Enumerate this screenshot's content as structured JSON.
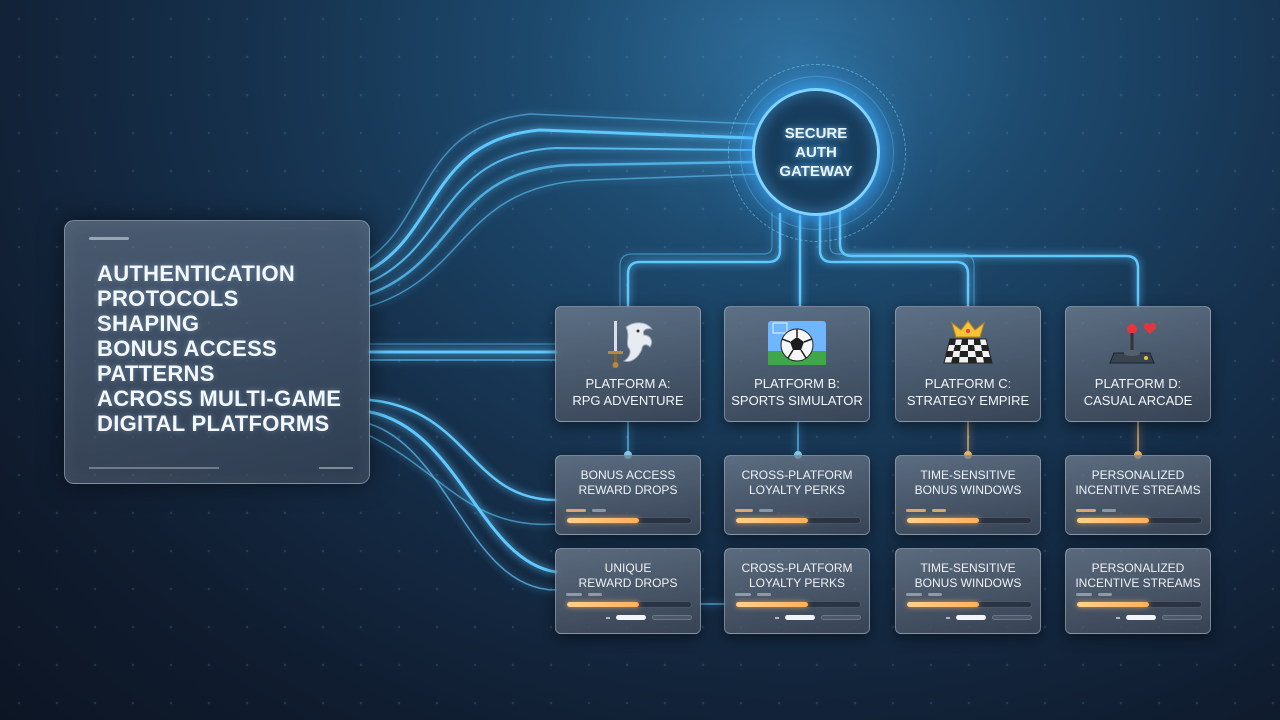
{
  "title_lines": [
    "AUTHENTICATION",
    "PROTOCOLS",
    "SHAPING",
    "BONUS ACCESS",
    "PATTERNS",
    "ACROSS MULTI-GAME",
    "DIGITAL PLATFORMS"
  ],
  "gateway": {
    "lines": [
      "SECURE",
      "AUTH",
      "GATEWAY"
    ],
    "icon": "auth-gateway-ring"
  },
  "platforms": [
    {
      "line1": "PLATFORM A:",
      "line2": "RPG ADVENTURE",
      "icon": "sword-dragon-icon"
    },
    {
      "line1": "PLATFORM B:",
      "line2": "SPORTS SIMULATOR",
      "icon": "soccer-ball-icon"
    },
    {
      "line1": "PLATFORM C:",
      "line2": "STRATEGY EMPIRE",
      "icon": "crown-chessboard-icon"
    },
    {
      "line1": "PLATFORM D:",
      "line2": "CASUAL ARCADE",
      "icon": "joystick-heart-icon"
    }
  ],
  "bonus_row_1": [
    {
      "line1": "BONUS ACCESS",
      "line2": "REWARD DROPS",
      "fill": 0.58
    },
    {
      "line1": "CROSS-PLATFORM",
      "line2": "LOYALTY PERKS",
      "fill": 0.58
    },
    {
      "line1": "TIME-SENSITIVE",
      "line2": "BONUS WINDOWS",
      "fill": 0.58
    },
    {
      "line1": "PERSONALIZED",
      "line2": "INCENTIVE STREAMS",
      "fill": 0.58
    }
  ],
  "bonus_row_2": [
    {
      "line1": "UNIQUE",
      "line2": "REWARD DROPS",
      "fill": 0.58
    },
    {
      "line1": "CROSS-PLATFORM",
      "line2": "LOYALTY PERKS",
      "fill": 0.58
    },
    {
      "line1": "TIME-SENSITIVE",
      "line2": "BONUS WINDOWS",
      "fill": 0.58
    },
    {
      "line1": "PERSONALIZED",
      "line2": "INCENTIVE STREAMS",
      "fill": 0.58
    }
  ],
  "colors": {
    "glow": "#5ec8ff",
    "accent": "#ffb05a",
    "panel": "#4a5668"
  }
}
